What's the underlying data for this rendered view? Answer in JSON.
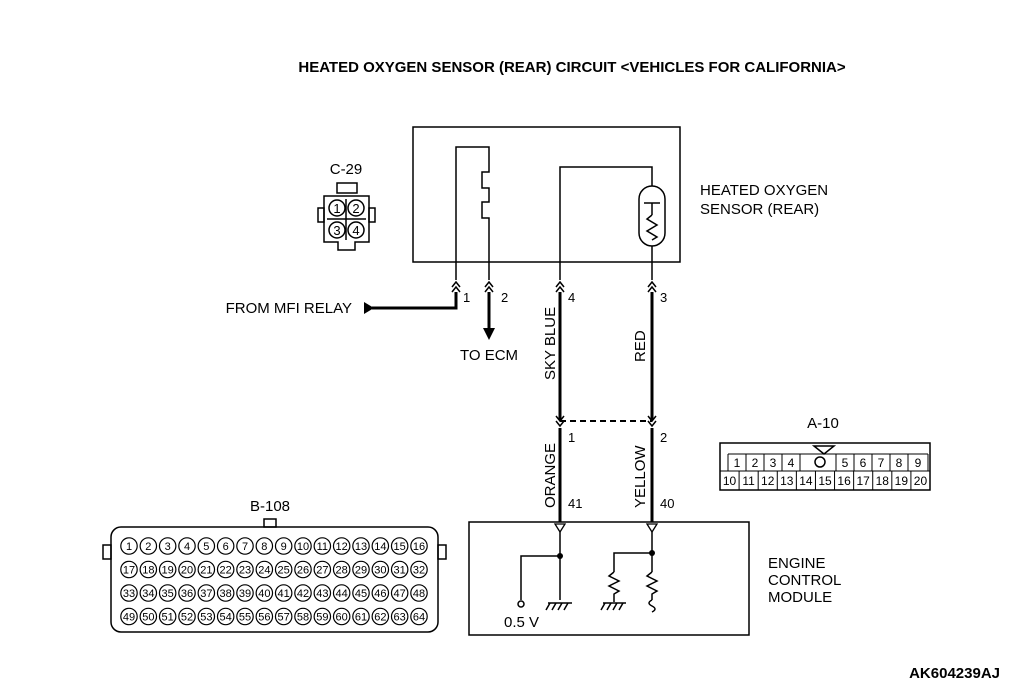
{
  "title": "HEATED OXYGEN SENSOR (REAR) CIRCUIT <VEHICLES FOR CALIFORNIA>",
  "figure_code": "AK604239AJ",
  "sensor": {
    "name_line1": "HEATED OXYGEN",
    "name_line2": "SENSOR (REAR)"
  },
  "ecm": {
    "name_line1": "ENGINE",
    "name_line2": "CONTROL",
    "name_line3": "MODULE",
    "voltage": "0.5 V"
  },
  "connectors": {
    "c29": {
      "label": "C-29",
      "pins": [
        "1",
        "2",
        "3",
        "4"
      ]
    },
    "a10": {
      "label": "A-10",
      "row1": [
        "1",
        "2",
        "3",
        "4",
        "",
        "5",
        "6",
        "7",
        "8",
        "9"
      ],
      "row2": [
        "10",
        "11",
        "12",
        "13",
        "14",
        "15",
        "16",
        "17",
        "18",
        "19",
        "20"
      ]
    },
    "b108": {
      "label": "B-108",
      "rows": [
        [
          "1",
          "2",
          "3",
          "4",
          "5",
          "6",
          "7",
          "8",
          "9",
          "10",
          "11",
          "12",
          "13",
          "14",
          "15",
          "16"
        ],
        [
          "17",
          "18",
          "19",
          "20",
          "21",
          "22",
          "23",
          "24",
          "25",
          "26",
          "27",
          "28",
          "29",
          "30",
          "31",
          "32"
        ],
        [
          "33",
          "34",
          "35",
          "36",
          "37",
          "38",
          "39",
          "40",
          "41",
          "42",
          "43",
          "44",
          "45",
          "46",
          "47",
          "48"
        ],
        [
          "49",
          "50",
          "51",
          "52",
          "53",
          "54",
          "55",
          "56",
          "57",
          "58",
          "59",
          "60",
          "61",
          "62",
          "63",
          "64"
        ]
      ]
    }
  },
  "wiring": {
    "from_mfi_relay": "FROM MFI RELAY",
    "to_ecm": "TO ECM",
    "sky_blue": "SKY BLUE",
    "red": "RED",
    "orange": "ORANGE",
    "yellow": "YELLOW"
  },
  "pins": {
    "sensor_1": "1",
    "sensor_2": "2",
    "sensor_4": "4",
    "sensor_3": "3",
    "a10_1": "1",
    "a10_2": "2",
    "ecm_41": "41",
    "ecm_40": "40"
  }
}
